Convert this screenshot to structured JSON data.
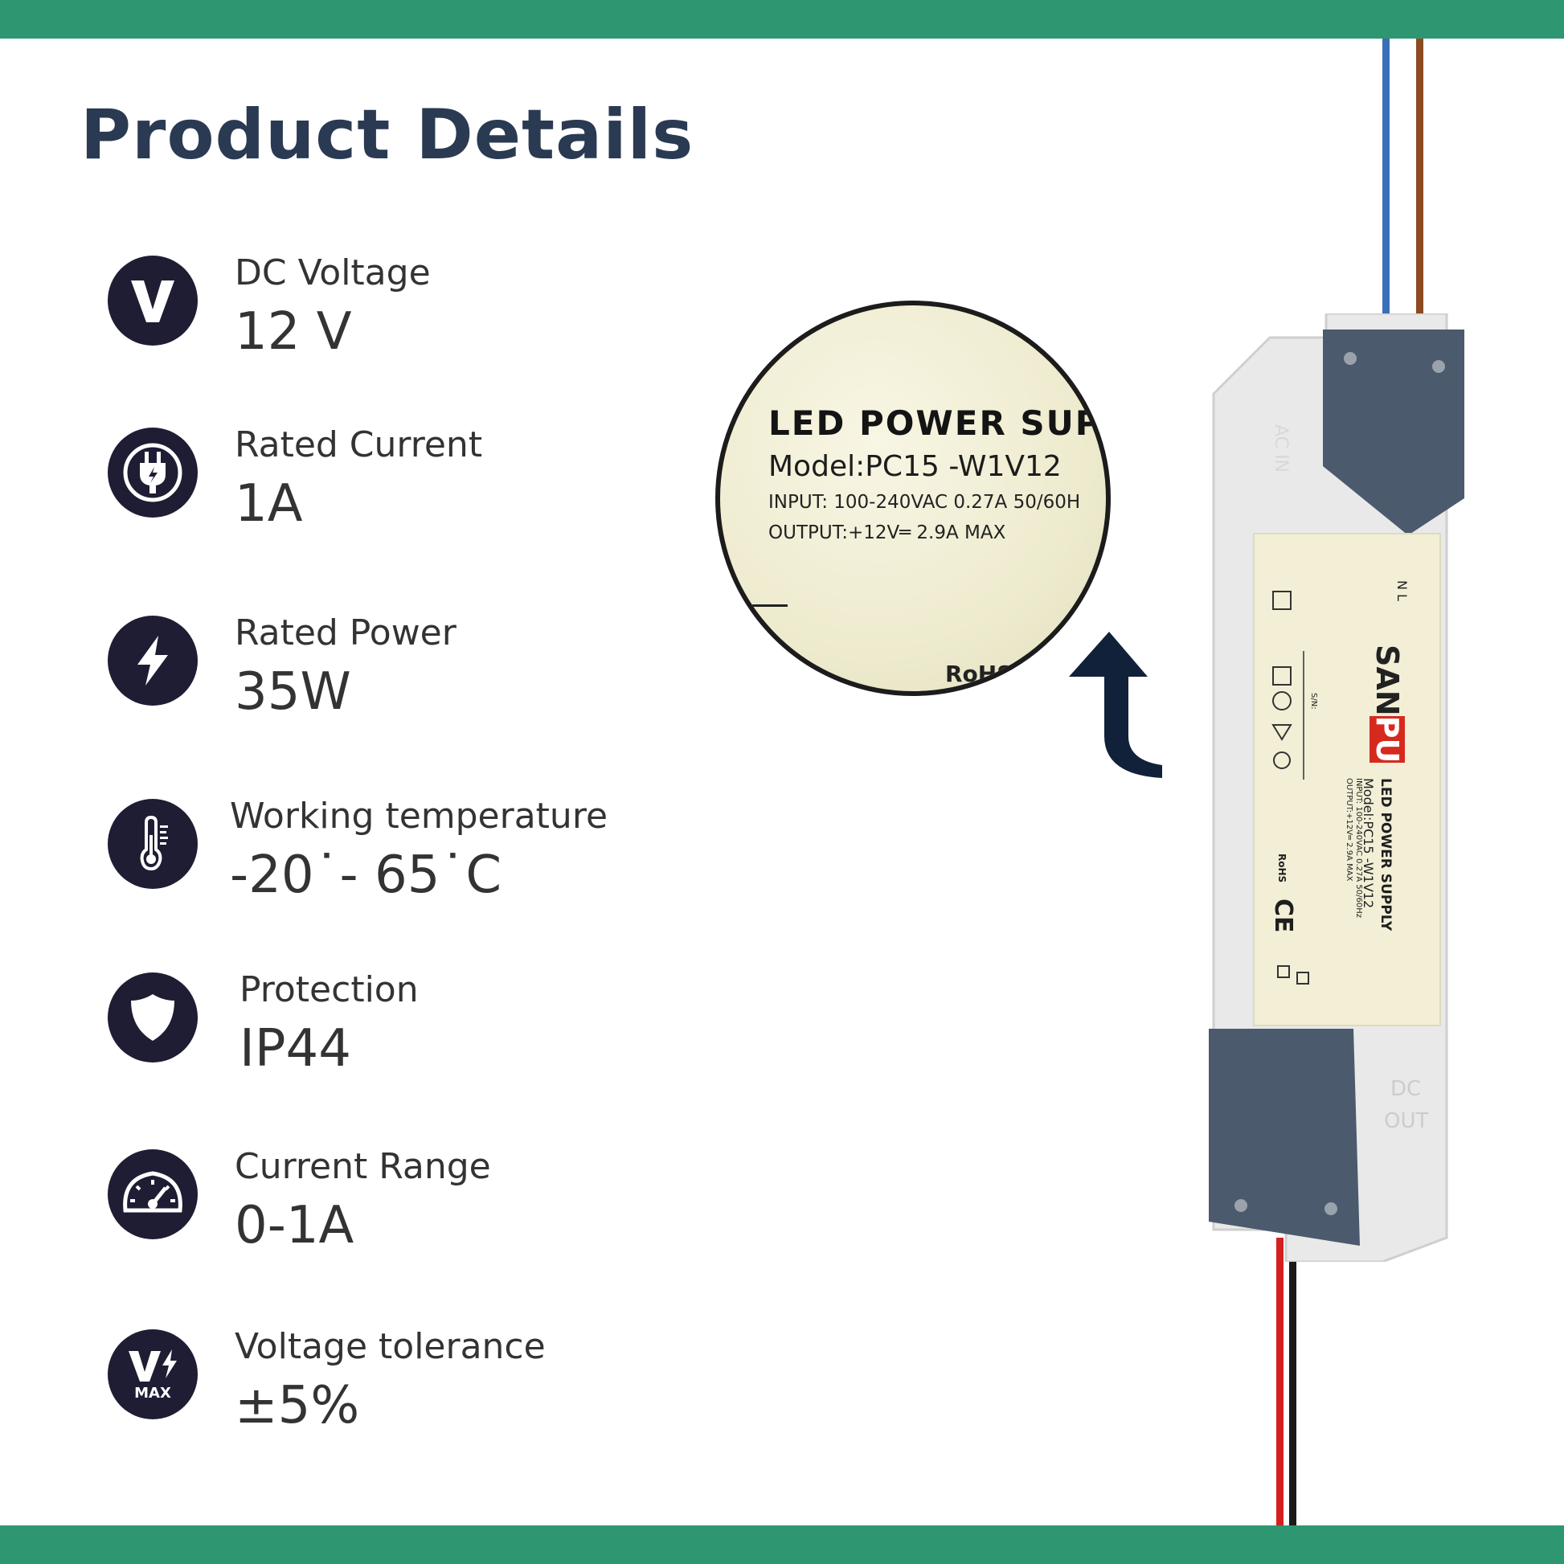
{
  "page": {
    "title": "Product Details",
    "accent_color": "#2e9670",
    "icon_color": "#1f1d33"
  },
  "specs": [
    {
      "icon": "voltage-v-icon",
      "label": "DC Voltage",
      "value": "12 V"
    },
    {
      "icon": "plug-icon",
      "label": "Rated Current",
      "value": "1A"
    },
    {
      "icon": "lightning-bolt-icon",
      "label": "Rated Power",
      "value": "35W"
    },
    {
      "icon": "thermometer-icon",
      "label": "Working temperature",
      "value": "-20˙- 65˙C"
    },
    {
      "icon": "shield-icon",
      "label": "Protection",
      "value": "IP44"
    },
    {
      "icon": "speedometer-icon",
      "label": "Current Range",
      "value": "0-1A"
    },
    {
      "icon": "voltage-max-icon",
      "icon_text": "MAX",
      "label": "Voltage tolerance",
      "value": "±5%"
    }
  ],
  "magnifier": {
    "line1": "LED POWER SUPI",
    "line2": "Model:PC15 -W1V12",
    "line3": "INPUT: 100-240VAC  0.27A  50/60H",
    "line4": "OUTPUT:+12V═ 2.9A MAX",
    "rohs": "RoHS"
  },
  "device_label": {
    "brand_a": "SAN",
    "brand_b": "PU",
    "title": "LED POWER SUPPLY",
    "model": "Model:PC15 -W1V12",
    "input": "INPUT: 100-240VAC  0.27A 50/60Hz",
    "output": "OUTPUT:+12V═ 2.9A MAX",
    "sn": "S/N:",
    "rohs": "RoHS",
    "ce": "CE",
    "top_terminals": "N L",
    "ac_in": "AC IN",
    "dc_out_1": "DC",
    "dc_out_2": "OUT"
  }
}
